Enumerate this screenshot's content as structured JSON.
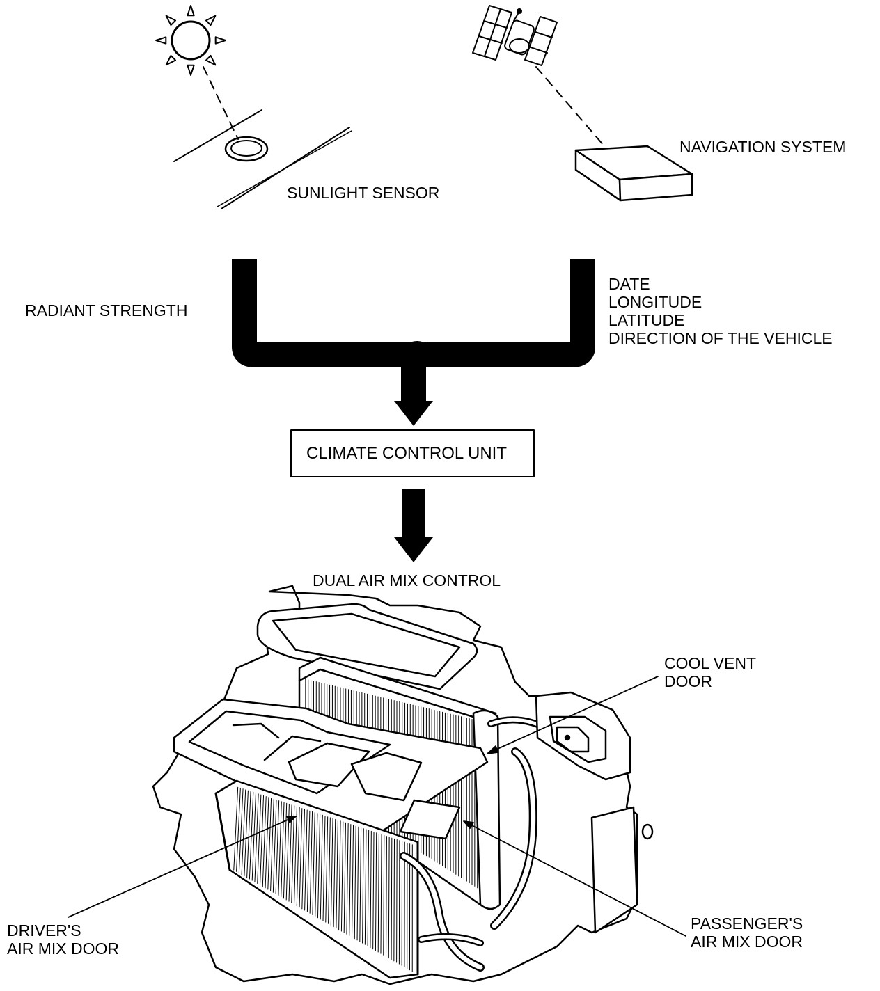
{
  "labels": {
    "navigation_system": "NAVIGATION SYSTEM",
    "sunlight_sensor": "SUNLIGHT SENSOR",
    "radiant_strength": "RADIANT STRENGTH",
    "nav_outputs": {
      "date": "DATE",
      "longitude": "LONGITUDE",
      "latitude": "LATITUDE",
      "direction": "DIRECTION OF THE VEHICLE"
    },
    "climate_control_unit": "CLIMATE CONTROL UNIT",
    "dual_air_mix_control": "DUAL AIR MIX CONTROL",
    "cool_vent_door": {
      "line1": "COOL VENT",
      "line2": "DOOR"
    },
    "drivers_air_mix_door": {
      "line1": "DRIVER'S",
      "line2": "AIR MIX DOOR"
    },
    "passengers_air_mix_door": {
      "line1": "PASSENGER'S",
      "line2": "AIR MIX DOOR"
    }
  },
  "icons": [
    "sun-icon",
    "satellite-icon",
    "navigation-unit-box",
    "sunlight-sensor",
    "heater-unit-illustration"
  ],
  "colors": {
    "ink": "#000000",
    "paper": "#ffffff"
  }
}
